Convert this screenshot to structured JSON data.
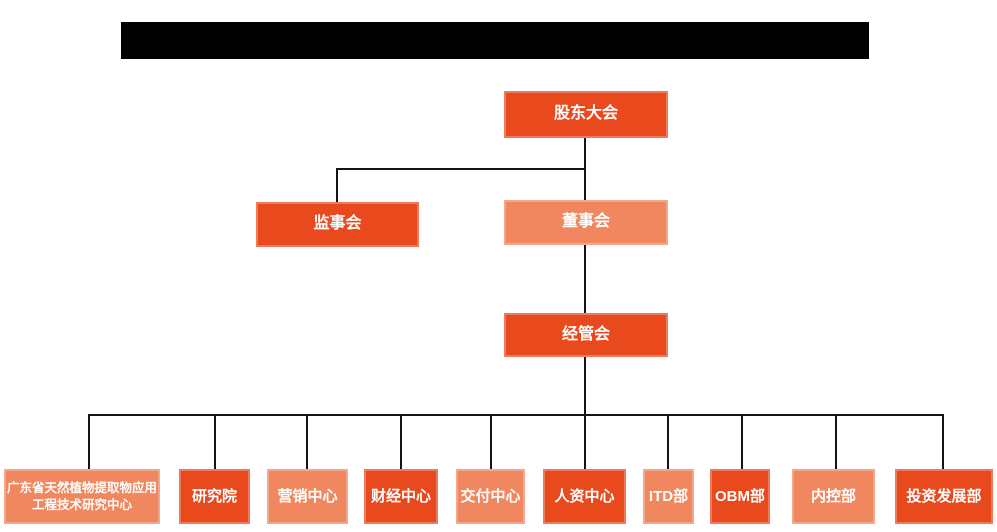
{
  "org_chart": {
    "nodes": {
      "shareholders_meeting": "股东大会",
      "supervisory_board": "监事会",
      "board_of_directors": "董事会",
      "management_committee": "经管会",
      "research_center": "广东省天然植物提取物应用工程技术研究中心",
      "research_institute": "研究院",
      "marketing_center": "营销中心",
      "finance_center": "财经中心",
      "delivery_center": "交付中心",
      "hr_center": "人资中心",
      "itd_dept": "ITD部",
      "obm_dept": "OBM部",
      "internal_control_dept": "内控部",
      "investment_development_dept": "投资发展部"
    },
    "hierarchy": {
      "股东大会": [
        "监事会",
        "董事会"
      ],
      "董事会": [
        "经管会"
      ],
      "经管会": [
        "广东省天然植物提取物应用工程技术研究中心",
        "研究院",
        "营销中心",
        "财经中心",
        "交付中心",
        "人资中心",
        "ITD部",
        "OBM部",
        "内控部",
        "投资发展部"
      ]
    },
    "colors": {
      "primary_orange": "#E8491D",
      "light_orange": "#F0875F",
      "connector_line": "#141414",
      "node_text": "#FFFFFF",
      "redaction_bar": "#000000",
      "background": "#FFFFFF"
    }
  }
}
